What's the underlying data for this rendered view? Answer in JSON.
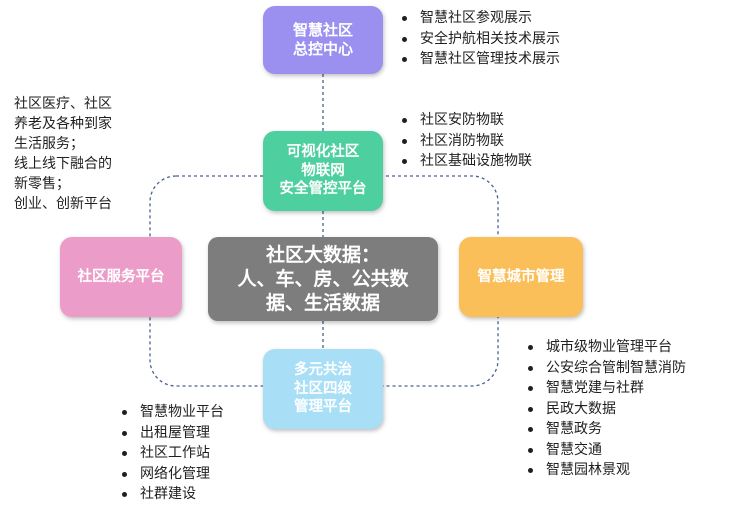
{
  "colors": {
    "top_box": "#9b8ff0",
    "iot_box": "#4ecfa0",
    "center_box": "#7d7d7d",
    "left_box": "#ec9cc9",
    "right_box": "#fbbf5a",
    "bottom_box": "#a8dff7",
    "connector": "#4a6090"
  },
  "boxes": {
    "top": [
      "智慧社区",
      "总控中心"
    ],
    "iot": [
      "可视化社区",
      "物联网",
      "安全管控平台"
    ],
    "center": [
      "社区大数据：",
      "人、车、房、公共数",
      "据、生活数据"
    ],
    "left": [
      "社区服务平台"
    ],
    "right": [
      "智慧城市管理"
    ],
    "bottom": [
      "多元共治",
      "社区四级",
      "管理平台"
    ]
  },
  "lists": {
    "top": [
      "智慧社区参观展示",
      "安全护航相关技术展示",
      "智慧社区管理技术展示"
    ],
    "iot": [
      "社区安防物联",
      "社区消防物联",
      "社区基础设施物联"
    ],
    "right": [
      "城市级物业管理平台",
      "公安综合管制智慧消防",
      "智慧党建与社群",
      "民政大数据",
      "智慧政务",
      "智慧交通",
      "智慧园林景观"
    ],
    "bottom": [
      "智慧物业平台",
      "出租屋管理",
      "社区工作站",
      "网络化管理",
      "社群建设"
    ]
  },
  "left_text": [
    "社区医疗、社区",
    "养老及各种到家",
    "生活服务；",
    "线上线下融合的",
    "新零售；",
    "创业、创新平台"
  ]
}
